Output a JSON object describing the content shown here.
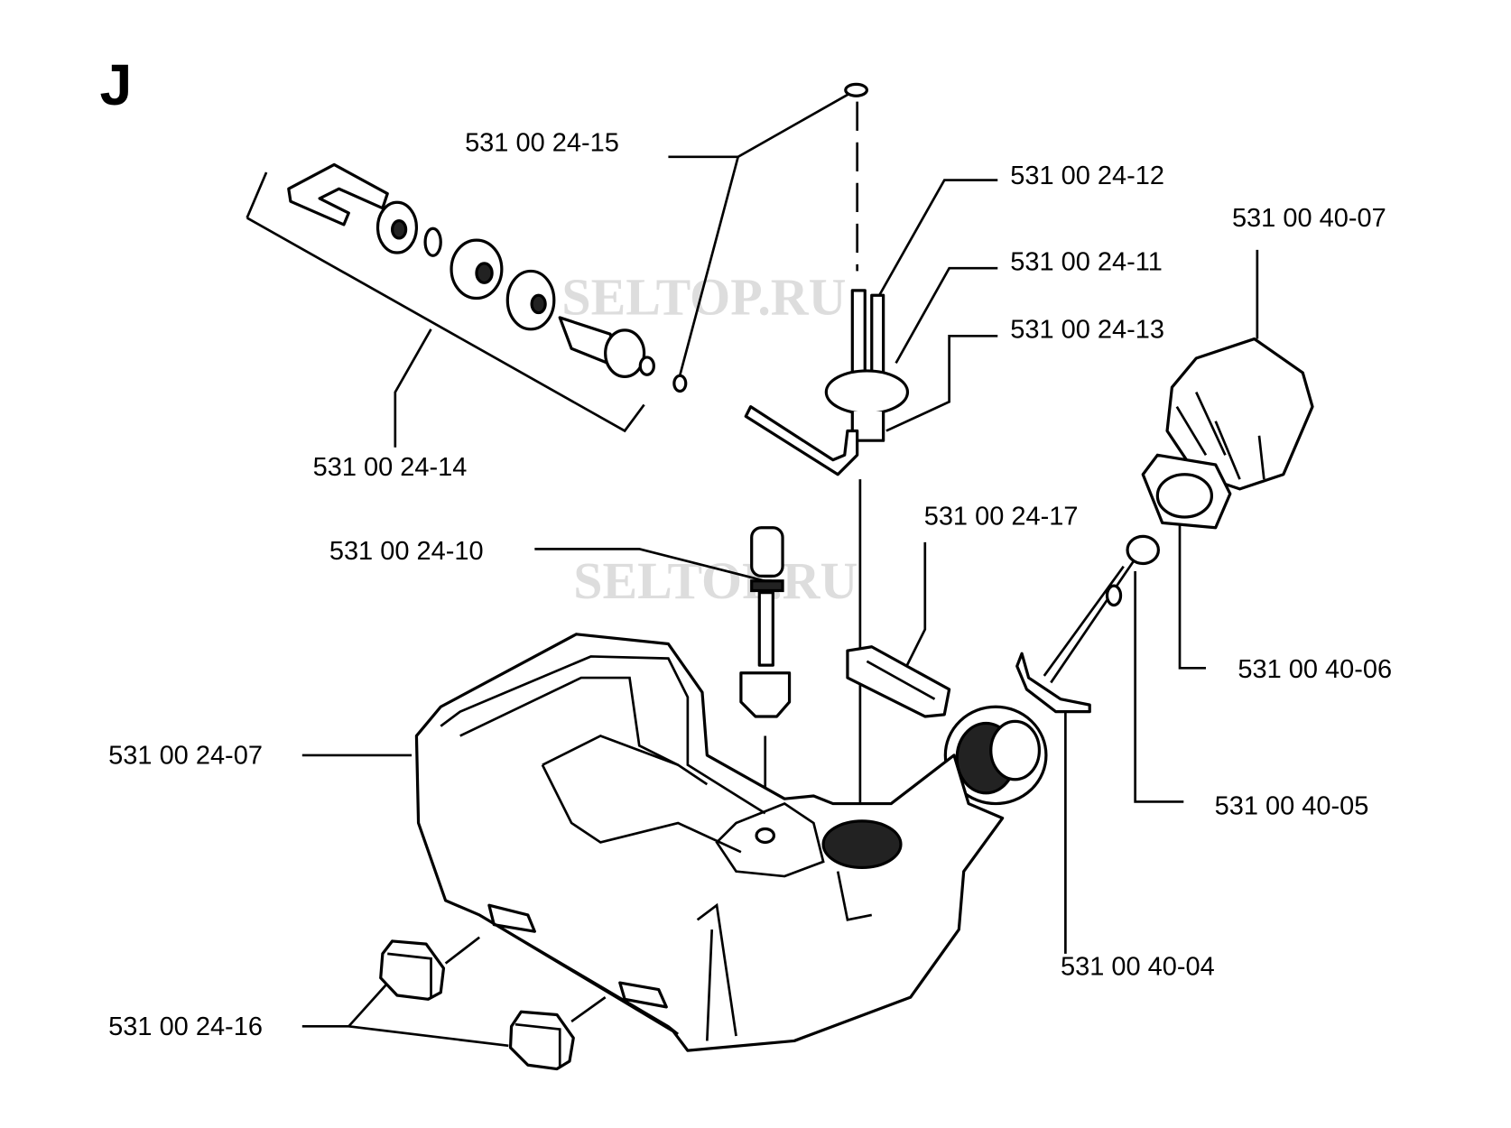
{
  "section_letter": "J",
  "watermark": "SELTOP.RU",
  "parts": [
    {
      "id": "p15",
      "number": "531 00 24-15",
      "part": "grommet"
    },
    {
      "id": "p12",
      "number": "531 00 24-12",
      "part": "fuel-pickup-tube"
    },
    {
      "id": "p0407",
      "number": "531 00 40-07",
      "part": "fuel-cap"
    },
    {
      "id": "p11",
      "number": "531 00 24-11",
      "part": "grommet-seal"
    },
    {
      "id": "p13",
      "number": "531 00 24-13",
      "part": "fuel-filter"
    },
    {
      "id": "p14",
      "number": "531 00 24-14",
      "part": "valve-assembly"
    },
    {
      "id": "p17",
      "number": "531 00 24-17",
      "part": "rubber-pad"
    },
    {
      "id": "p10",
      "number": "531 00 24-10",
      "part": "fuel-hose"
    },
    {
      "id": "p0406",
      "number": "531 00 40-06",
      "part": "cap-gasket"
    },
    {
      "id": "p07",
      "number": "531 00 24-07",
      "part": "fuel-tank"
    },
    {
      "id": "p0405",
      "number": "531 00 40-05",
      "part": "retainer"
    },
    {
      "id": "p0404",
      "number": "531 00 40-04",
      "part": "cap-strap"
    },
    {
      "id": "p16",
      "number": "531 00 24-16",
      "part": "rubber-buffer"
    }
  ]
}
